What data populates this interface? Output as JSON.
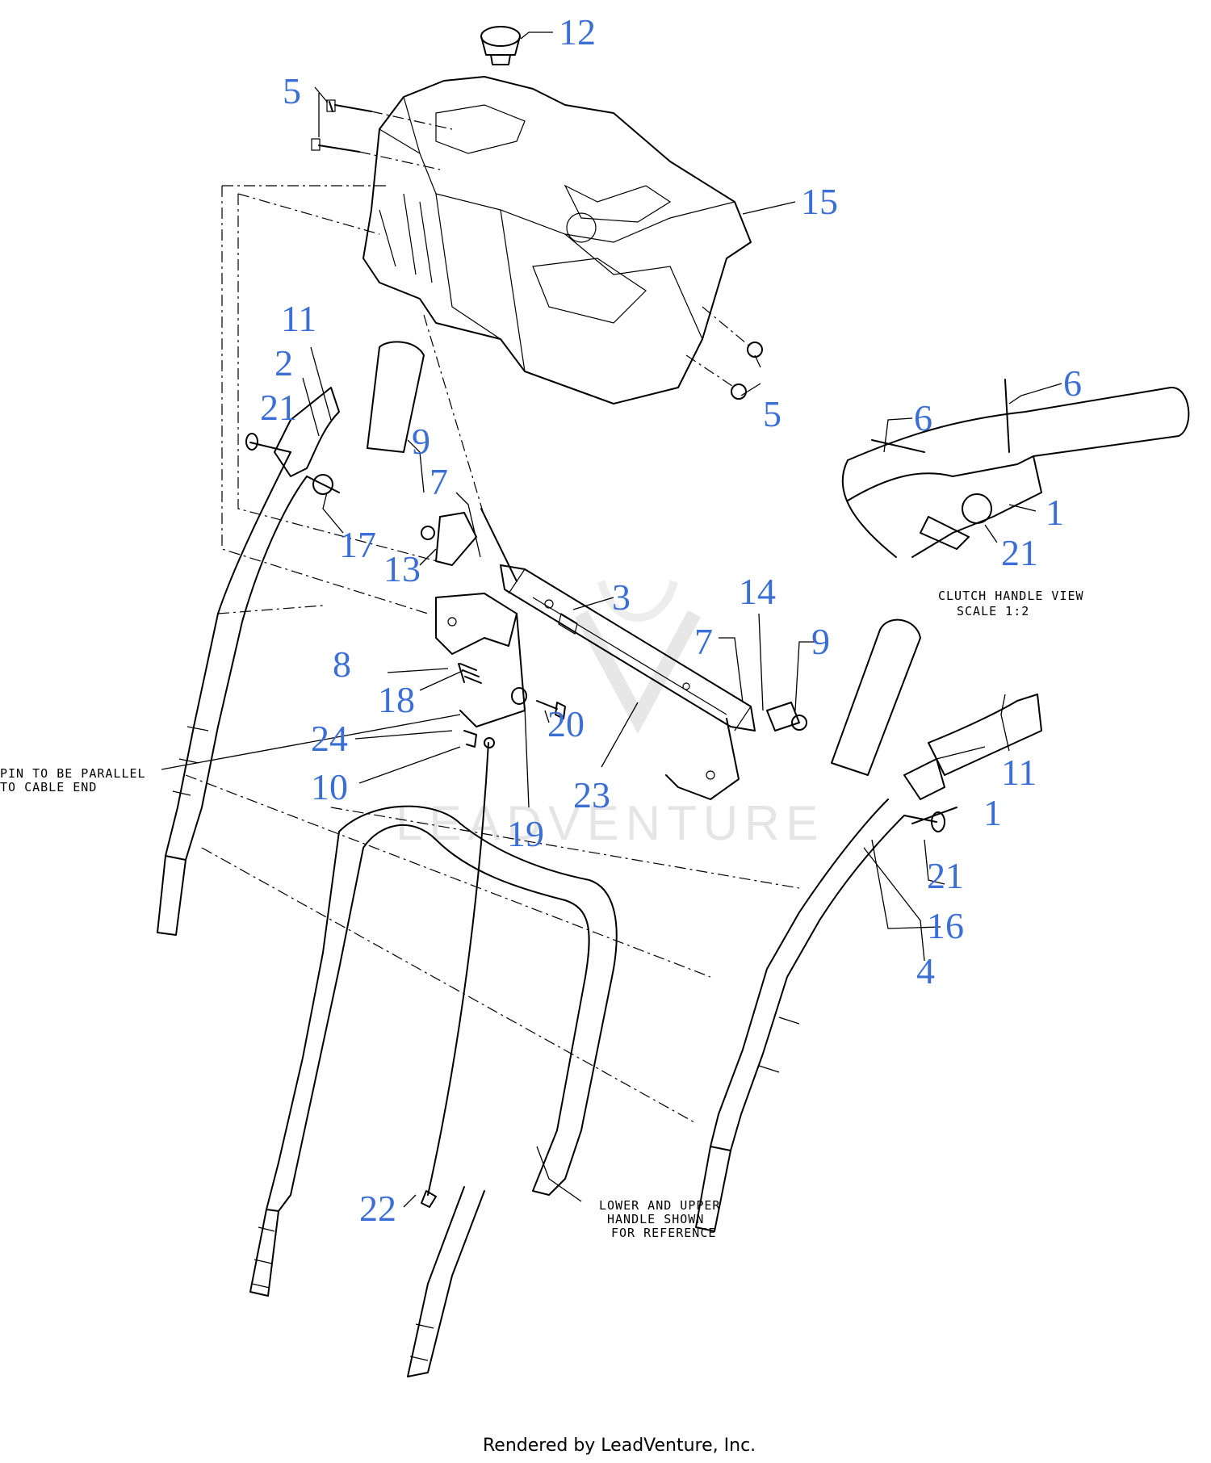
{
  "callouts": {
    "c12": "12",
    "c5a": "5",
    "c15": "15",
    "c11a": "11",
    "c2": "2",
    "c21a": "21",
    "c5b": "5",
    "c6a": "6",
    "c6b": "6",
    "c9a": "9",
    "c7a": "7",
    "c1a": "1",
    "c21b": "21",
    "c17": "17",
    "c13": "13",
    "c3": "3",
    "c14": "14",
    "c7b": "7",
    "c9b": "9",
    "c8": "8",
    "c18": "18",
    "c24": "24",
    "c20": "20",
    "c10": "10",
    "c23": "23",
    "c19": "19",
    "c11b": "11",
    "c1b": "1",
    "c21c": "21",
    "c16": "16",
    "c4": "4",
    "c22": "22"
  },
  "notes": {
    "clutch_view_line1": "CLUTCH HANDLE VIEW",
    "clutch_view_line2": "SCALE 1:2",
    "pin_line1": "PIN TO BE PARALLEL",
    "pin_line2": "TO CABLE END",
    "reference_line1": "LOWER AND UPPER",
    "reference_line2": "HANDLE SHOWN",
    "reference_line3": "FOR REFERENCE"
  },
  "watermark": "LEADVENTURE",
  "footer": "Rendered by LeadVenture, Inc.",
  "colors": {
    "callout": "#3b6fd6",
    "line": "#000000"
  }
}
